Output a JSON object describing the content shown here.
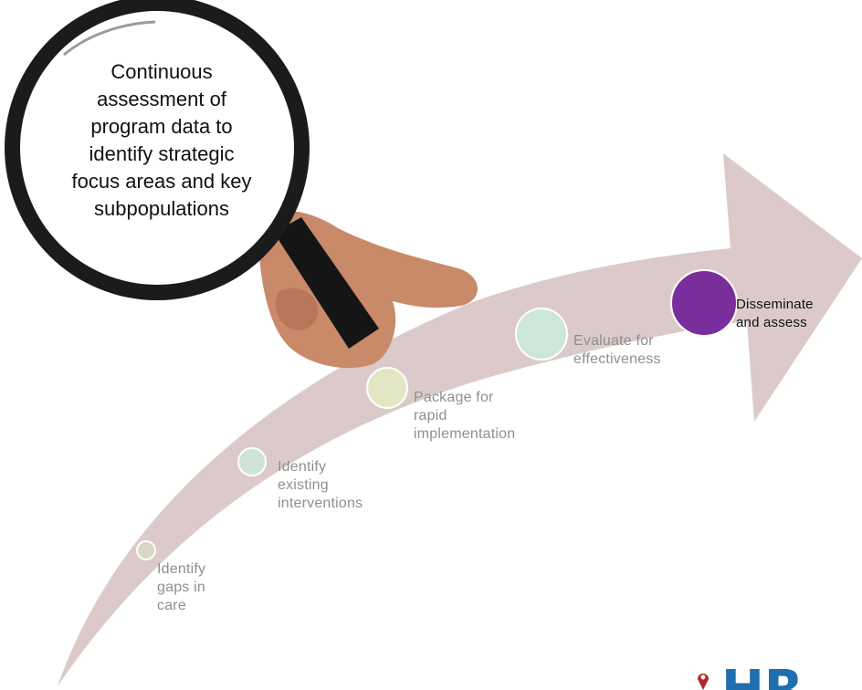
{
  "magnifier": {
    "lines": [
      "Continuous",
      "assessment of",
      "program data to",
      "identify strategic",
      "focus areas and key",
      "subpopulations"
    ]
  },
  "steps": [
    {
      "lines": [
        "Identify",
        "gaps in",
        "care"
      ],
      "color": "#d8d7c2",
      "active": false
    },
    {
      "lines": [
        "Identify",
        "existing",
        "interventions"
      ],
      "color": "#cfe3d6",
      "active": false
    },
    {
      "lines": [
        "Package for",
        "rapid",
        "implementation"
      ],
      "color": "#e3e6c3",
      "active": false
    },
    {
      "lines": [
        "Evaluate for",
        "effectiveness"
      ],
      "color": "#cde6d8",
      "active": false
    },
    {
      "lines": [
        "Disseminate",
        "and assess"
      ],
      "color": "#7a2e9b",
      "active": true
    }
  ],
  "logo": {
    "text": "HR"
  },
  "colors": {
    "arrow": "#dccaca",
    "lens_rim": "#1b1b1b",
    "skin": "#c98a6a",
    "logo_blue": "#1f6fae",
    "logo_pin": "#b5242b"
  }
}
